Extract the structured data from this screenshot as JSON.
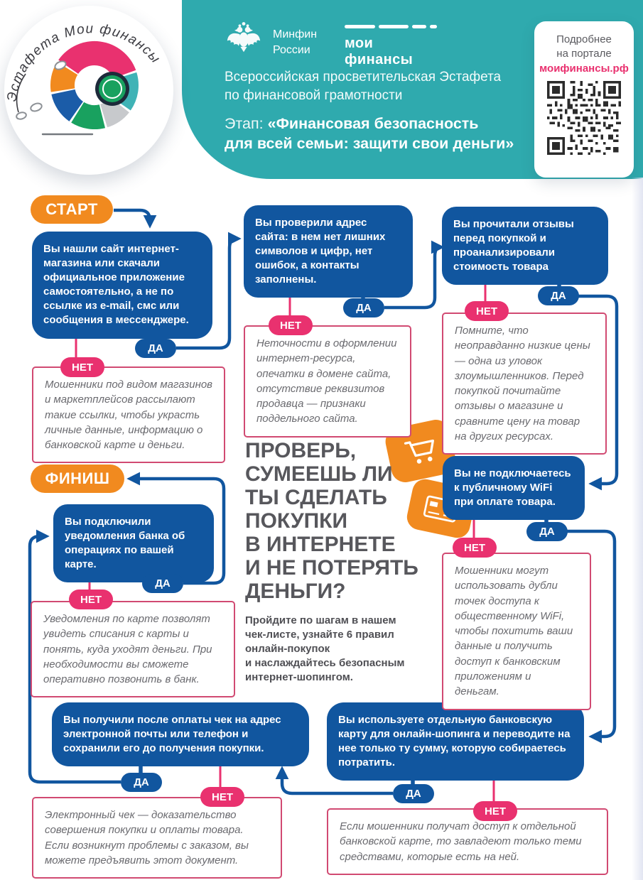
{
  "colors": {
    "teal": "#2faaae",
    "blue": "#11569f",
    "pink": "#e9316f",
    "orange": "#f18a1f",
    "title_gray": "#57575c",
    "warn_text": "#6a6a6f",
    "warn_border": "#d14a72"
  },
  "header": {
    "badge_text": "Эстафета Мои финансы",
    "minfin_label": "Минфин\nРоссии",
    "myfin_label": "мои финансы",
    "program_line1": "Всероссийская просветительская Эстафета",
    "program_line2": "по финансовой грамотности",
    "stage_prefix": "Этап: ",
    "stage_bold_line1": "«Финансовая безопасность",
    "stage_bold_line2": "для всей семьи: защити свои деньги»",
    "qr": {
      "line1": "Подробнее",
      "line2": "на портале",
      "portal": "моифинансы.рф"
    }
  },
  "labels": {
    "start": "СТАРТ",
    "finish": "ФИНИШ",
    "yes": "ДА",
    "no": "НЕТ"
  },
  "center": {
    "title": "ПРОВЕРЬ,\nСУМЕЕШЬ ЛИ\nТЫ СДЕЛАТЬ\nПОКУПКИ\nВ ИНТЕРНЕТЕ\nИ НЕ ПОТЕРЯТЬ\nДЕНЬГИ?",
    "subtitle": "Пройдите по шагам в нашем\nчек-листе, узнайте 6 правил\nонлайн-покупок\nи наслаждайтесь безопасным\nинтернет-шопингом."
  },
  "steps": {
    "find_site": "Вы нашли сайт интернет-магазина или скачали официальное приложение самостоятельно, а не по ссылке из e-mail, смс или сообщения в мессенджере.",
    "check_address": "Вы проверили адрес сайта: в нем нет лишних символов и цифр, нет ошибок, а контакты заполнены.",
    "read_reviews": "Вы прочитали отзывы перед покупкой и проанализировали стоимость товара",
    "no_public_wifi": "Вы не подключаетесь к публичному WiFi при оплате товара.",
    "bank_notifications": "Вы подключили уведомления банка об операциях по вашей карте.",
    "keep_receipt": "Вы получили после оплаты чек на адрес электронной почты или телефон и сохранили его до получения покупки.",
    "separate_card": "Вы используете отдельную банковскую карту для онлайн-шопинга и переводите на нее только ту сумму, которую собираетесь потратить."
  },
  "warnings": {
    "fake_links": "Мошенники под видом магазинов и маркетплейсов рассылают такие ссылки, чтобы украсть личные данные, информацию о банковской карте и деньги.",
    "fake_site": "Неточности в оформлении интернет-ресурса, опечатки в домене сайта, отсутствие реквизитов продавца — признаки поддельного сайта.",
    "low_prices": "Помните, что неоправданно низкие цены — одна из уловок злоумышленников. Перед покупкой почитайте отзывы о магазине и сравните цену на товар на других ресурсах.",
    "wifi_doubles": "Мошенники могут использовать дубли точек доступа к общественному WiFi, чтобы похитить ваши данные и получить доступ к банковским приложениям и деньгам.",
    "notifications_help": "Уведомления по карте позволят увидеть списания с карты и понять, куда уходят деньги. При необходимости вы сможете оперативно позвонить в банк.",
    "receipt_proof": "Электронный чек — доказательство совершения покупки и оплаты товара. Если возникнут проблемы с заказом, вы можете предъявить этот документ.",
    "separate_card_limit": "Если мошенники получат доступ к отдельной банковской карте, то завладеют только теми средствами, которые есть на ней."
  }
}
